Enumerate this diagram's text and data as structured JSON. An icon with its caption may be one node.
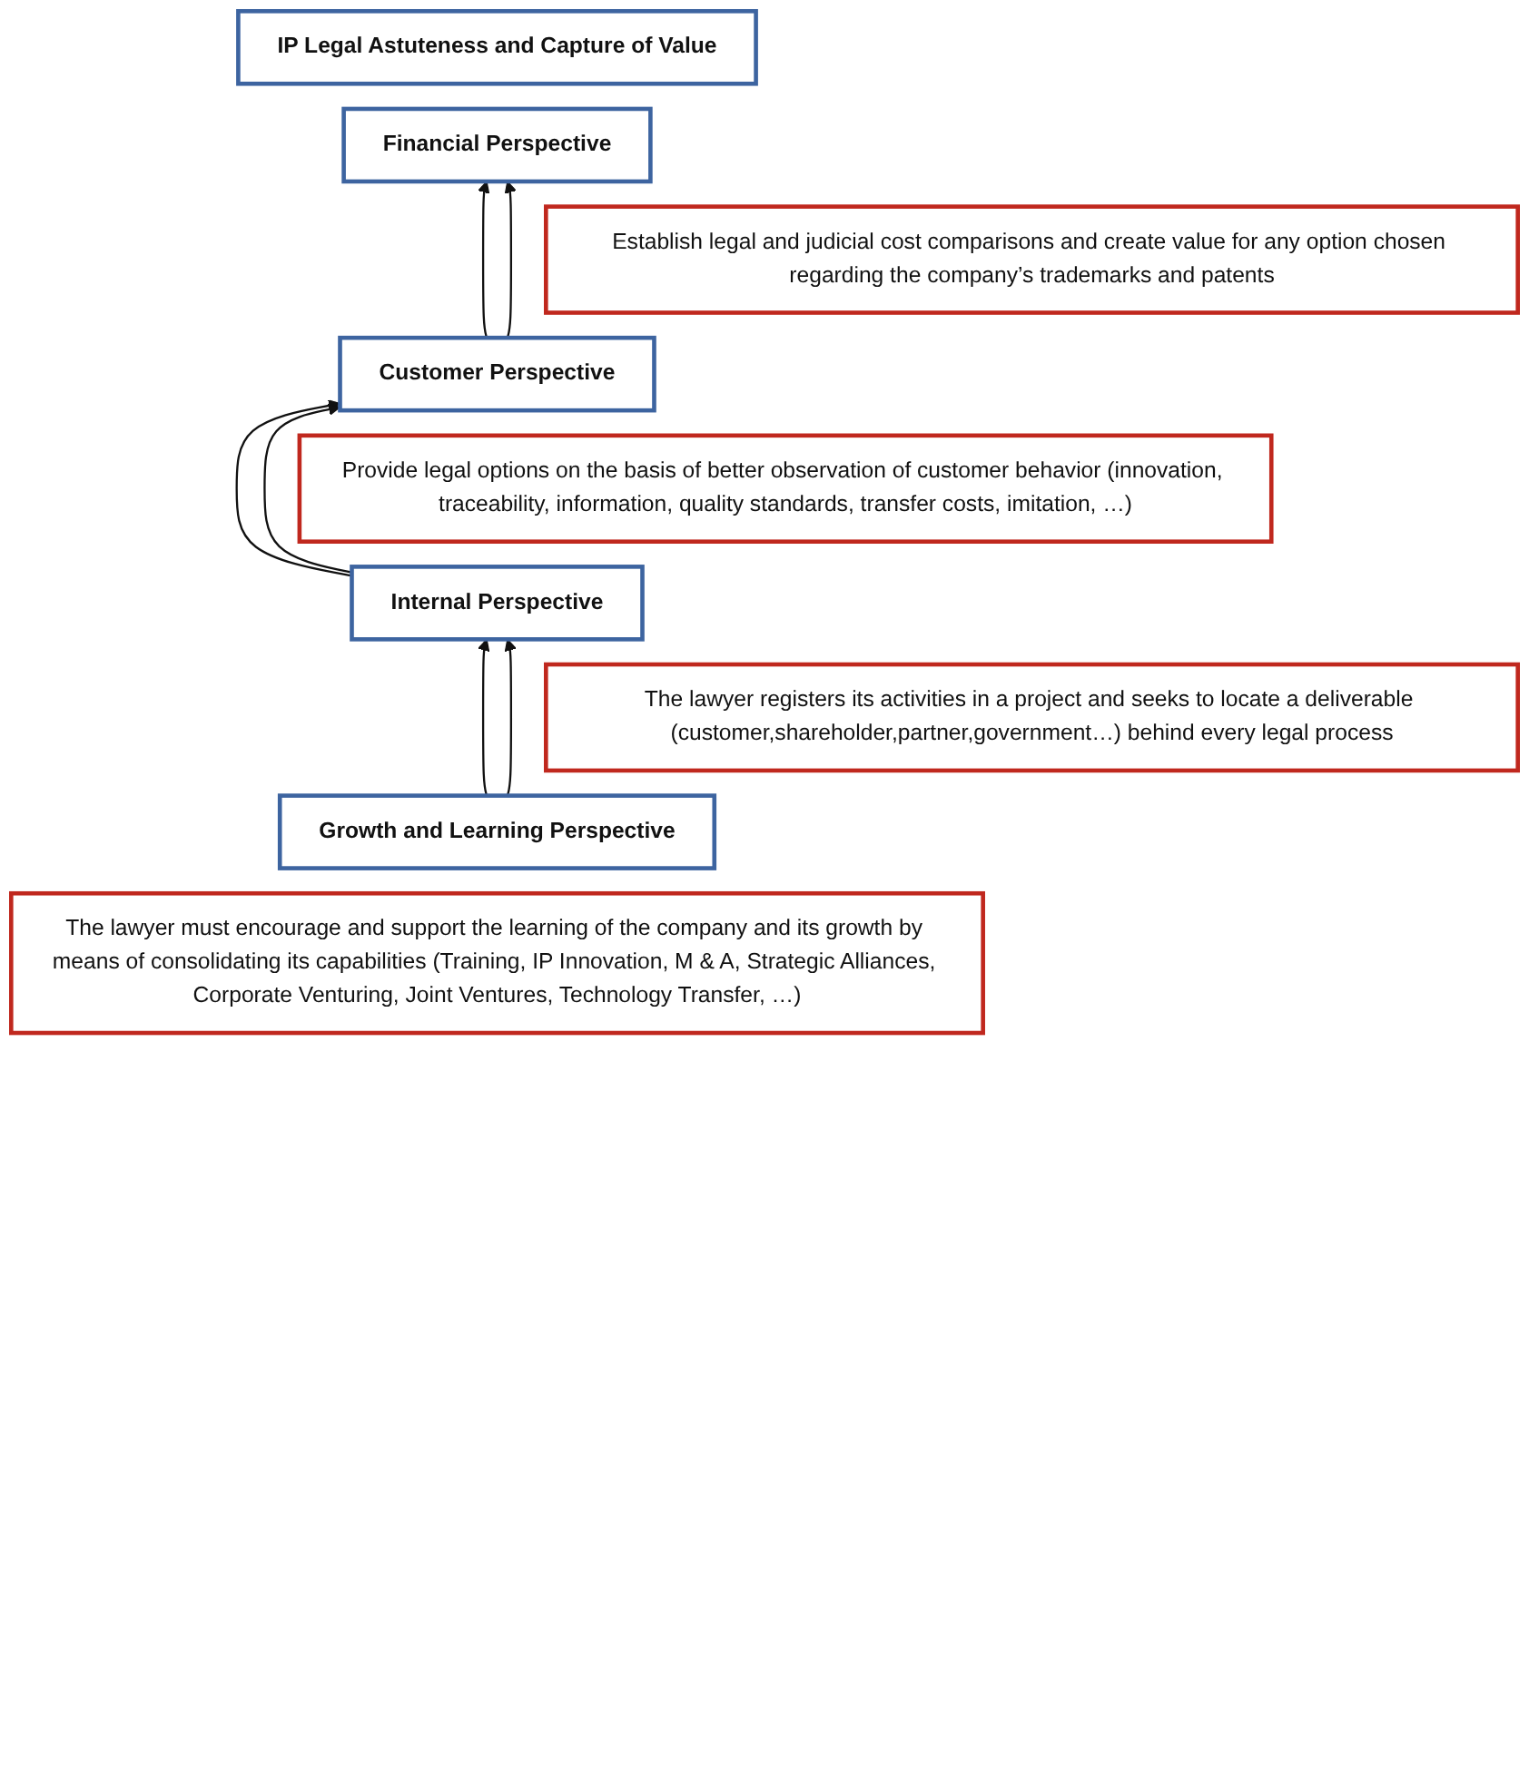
{
  "diagram": {
    "nodes": [
      {
        "text": [
          "IP Legal Astuteness and Capture of Value"
        ]
      },
      {
        "text": [
          "Financial Perspective"
        ]
      },
      {
        "text": [
          "Establish legal and judicial cost comparisons and create value for any option chosen regarding the company’s trademarks and patents"
        ]
      },
      {
        "text": [
          "Customer Perspective"
        ]
      },
      {
        "text": [
          "Provide legal options on the basis of better observation of customer behavior (innovation, traceability, information, quality standards, transfer costs, imitation, …)"
        ]
      },
      {
        "text": [
          "Internal Perspective"
        ]
      },
      {
        "text": [
          "The lawyer registers its activities in a project and seeks to locate a deliverable (customer,shareholder,partner,government…) behind every legal process"
        ]
      },
      {
        "text": [
          "Growth and Learning Perspective"
        ]
      },
      {
        "text": [
          "The lawyer must encourage and support the learning of the company and its growth by means of consolidating its capabilities (Training, IP Innovation, M & A, Strategic Alliances, Corporate Venturing, Joint Ventures, Technology Transfer, …)"
        ]
      }
    ],
    "edges": [
      {
        "from": 3,
        "to": 1,
        "arrow": "to"
      },
      {
        "from": 3,
        "to": 1,
        "arrow": "to"
      },
      {
        "from": 5,
        "to": 3,
        "arrow": "to"
      },
      {
        "from": 5,
        "to": 3,
        "arrow": "to"
      },
      {
        "from": 7,
        "to": 5,
        "arrow": "to"
      },
      {
        "from": 7,
        "to": 5,
        "arrow": "to"
      }
    ]
  }
}
